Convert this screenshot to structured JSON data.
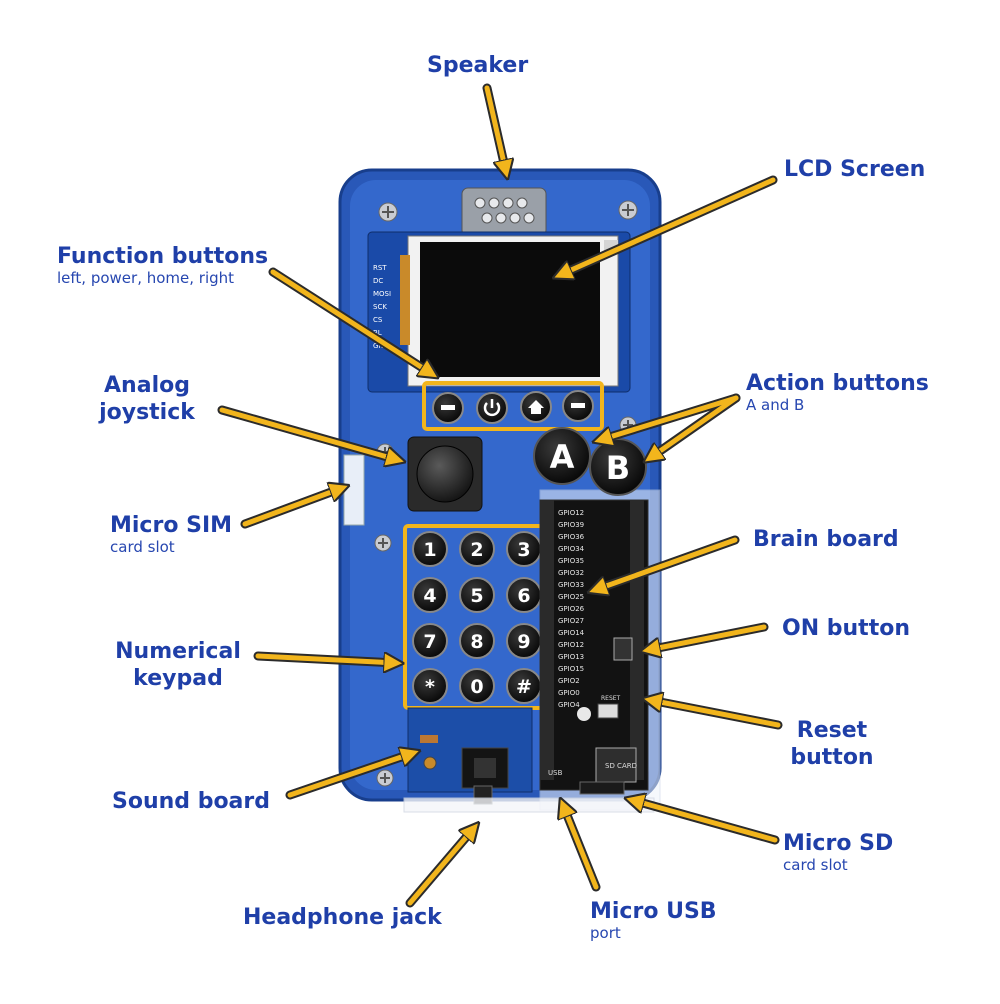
{
  "labels": {
    "speaker": "Speaker",
    "lcd": "LCD Screen",
    "function_title": "Function buttons",
    "function_sub": "left, power, home, right",
    "analog_title": "Analog joystick",
    "action_title": "Action buttons",
    "action_sub": "A and B",
    "sim_title": "Micro SIM",
    "sim_sub": "card slot",
    "brain": "Brain board",
    "on": "ON button",
    "keypad_title": "Numerical keypad",
    "reset_title": "Reset button",
    "sound": "Sound board",
    "sd_title": "Micro SD",
    "sd_sub": "card slot",
    "headphone": "Headphone jack",
    "usb_title": "Micro USB",
    "usb_sub": "port"
  },
  "device": {
    "button_a": "A",
    "button_b": "B",
    "keys": [
      "1",
      "2",
      "3",
      "4",
      "5",
      "6",
      "7",
      "8",
      "9",
      "*",
      "0",
      "#"
    ],
    "pin_labels_left": [
      "RST",
      "DC",
      "MOSI",
      "SCK",
      "CS",
      "BL",
      "GND"
    ],
    "pin_labels_board": [
      "GPIO12",
      "GPIO39",
      "GPIO36",
      "GPIO34",
      "GPIO35",
      "GPIO32",
      "GPIO33",
      "GPIO25",
      "GPIO26",
      "GPIO27",
      "GPIO14",
      "GPIO12",
      "GPIO13",
      "GPIO15",
      "GPIO2",
      "GPIO0",
      "GPIO4"
    ],
    "sd_card_label": "SD CARD",
    "reset_label": "RESET",
    "usb_label": "USB"
  },
  "colors": {
    "label_blue": "#1f3fa8",
    "arrow_yellow": "#f2b51c",
    "case_blue": "#2f62c4",
    "case_dark": "#1e4aa0"
  }
}
